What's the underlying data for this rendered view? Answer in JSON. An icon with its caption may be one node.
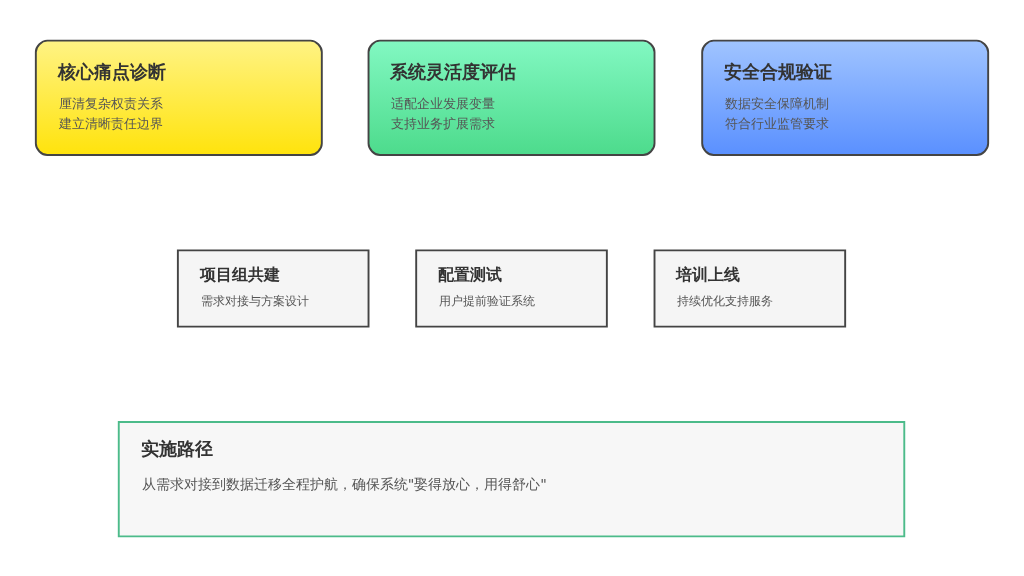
{
  "diagram": {
    "nodes": [
      {
        "text": [
          "核心痛点诊断",
          "厘清复杂权责关系",
          "建立清晰责任边界"
        ]
      },
      {
        "text": [
          "系统灵活度评估",
          "适配企业发展变量",
          "支持业务扩展需求"
        ]
      },
      {
        "text": [
          "安全合规验证",
          "数据安全保障机制",
          "符合行业监管要求"
        ]
      },
      {
        "text": [
          "项目组共建",
          "需求对接与方案设计"
        ]
      },
      {
        "text": [
          "配置测试",
          "用户提前验证系统"
        ]
      },
      {
        "text": [
          "培训上线",
          "持续优化支持服务"
        ]
      },
      {
        "text": [
          "实施路径",
          "从需求对接到数据迁移全程护航，确保系统\"娶得放心，用得舒心\""
        ]
      }
    ]
  }
}
